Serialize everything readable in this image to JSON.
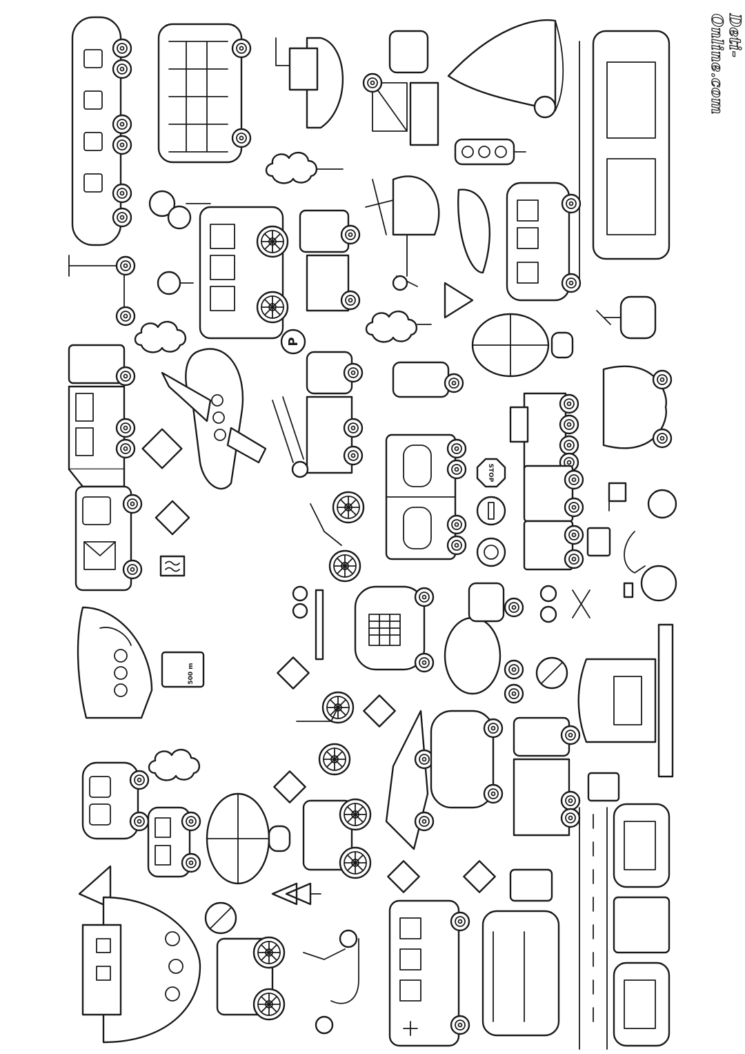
{
  "watermark": "Deti-Online.com",
  "signs": {
    "parking": "P",
    "stop": "STOP",
    "distance": "500 m"
  },
  "theme": {
    "line_color": "#1a1a1a",
    "fill_color": "#ffffff"
  }
}
